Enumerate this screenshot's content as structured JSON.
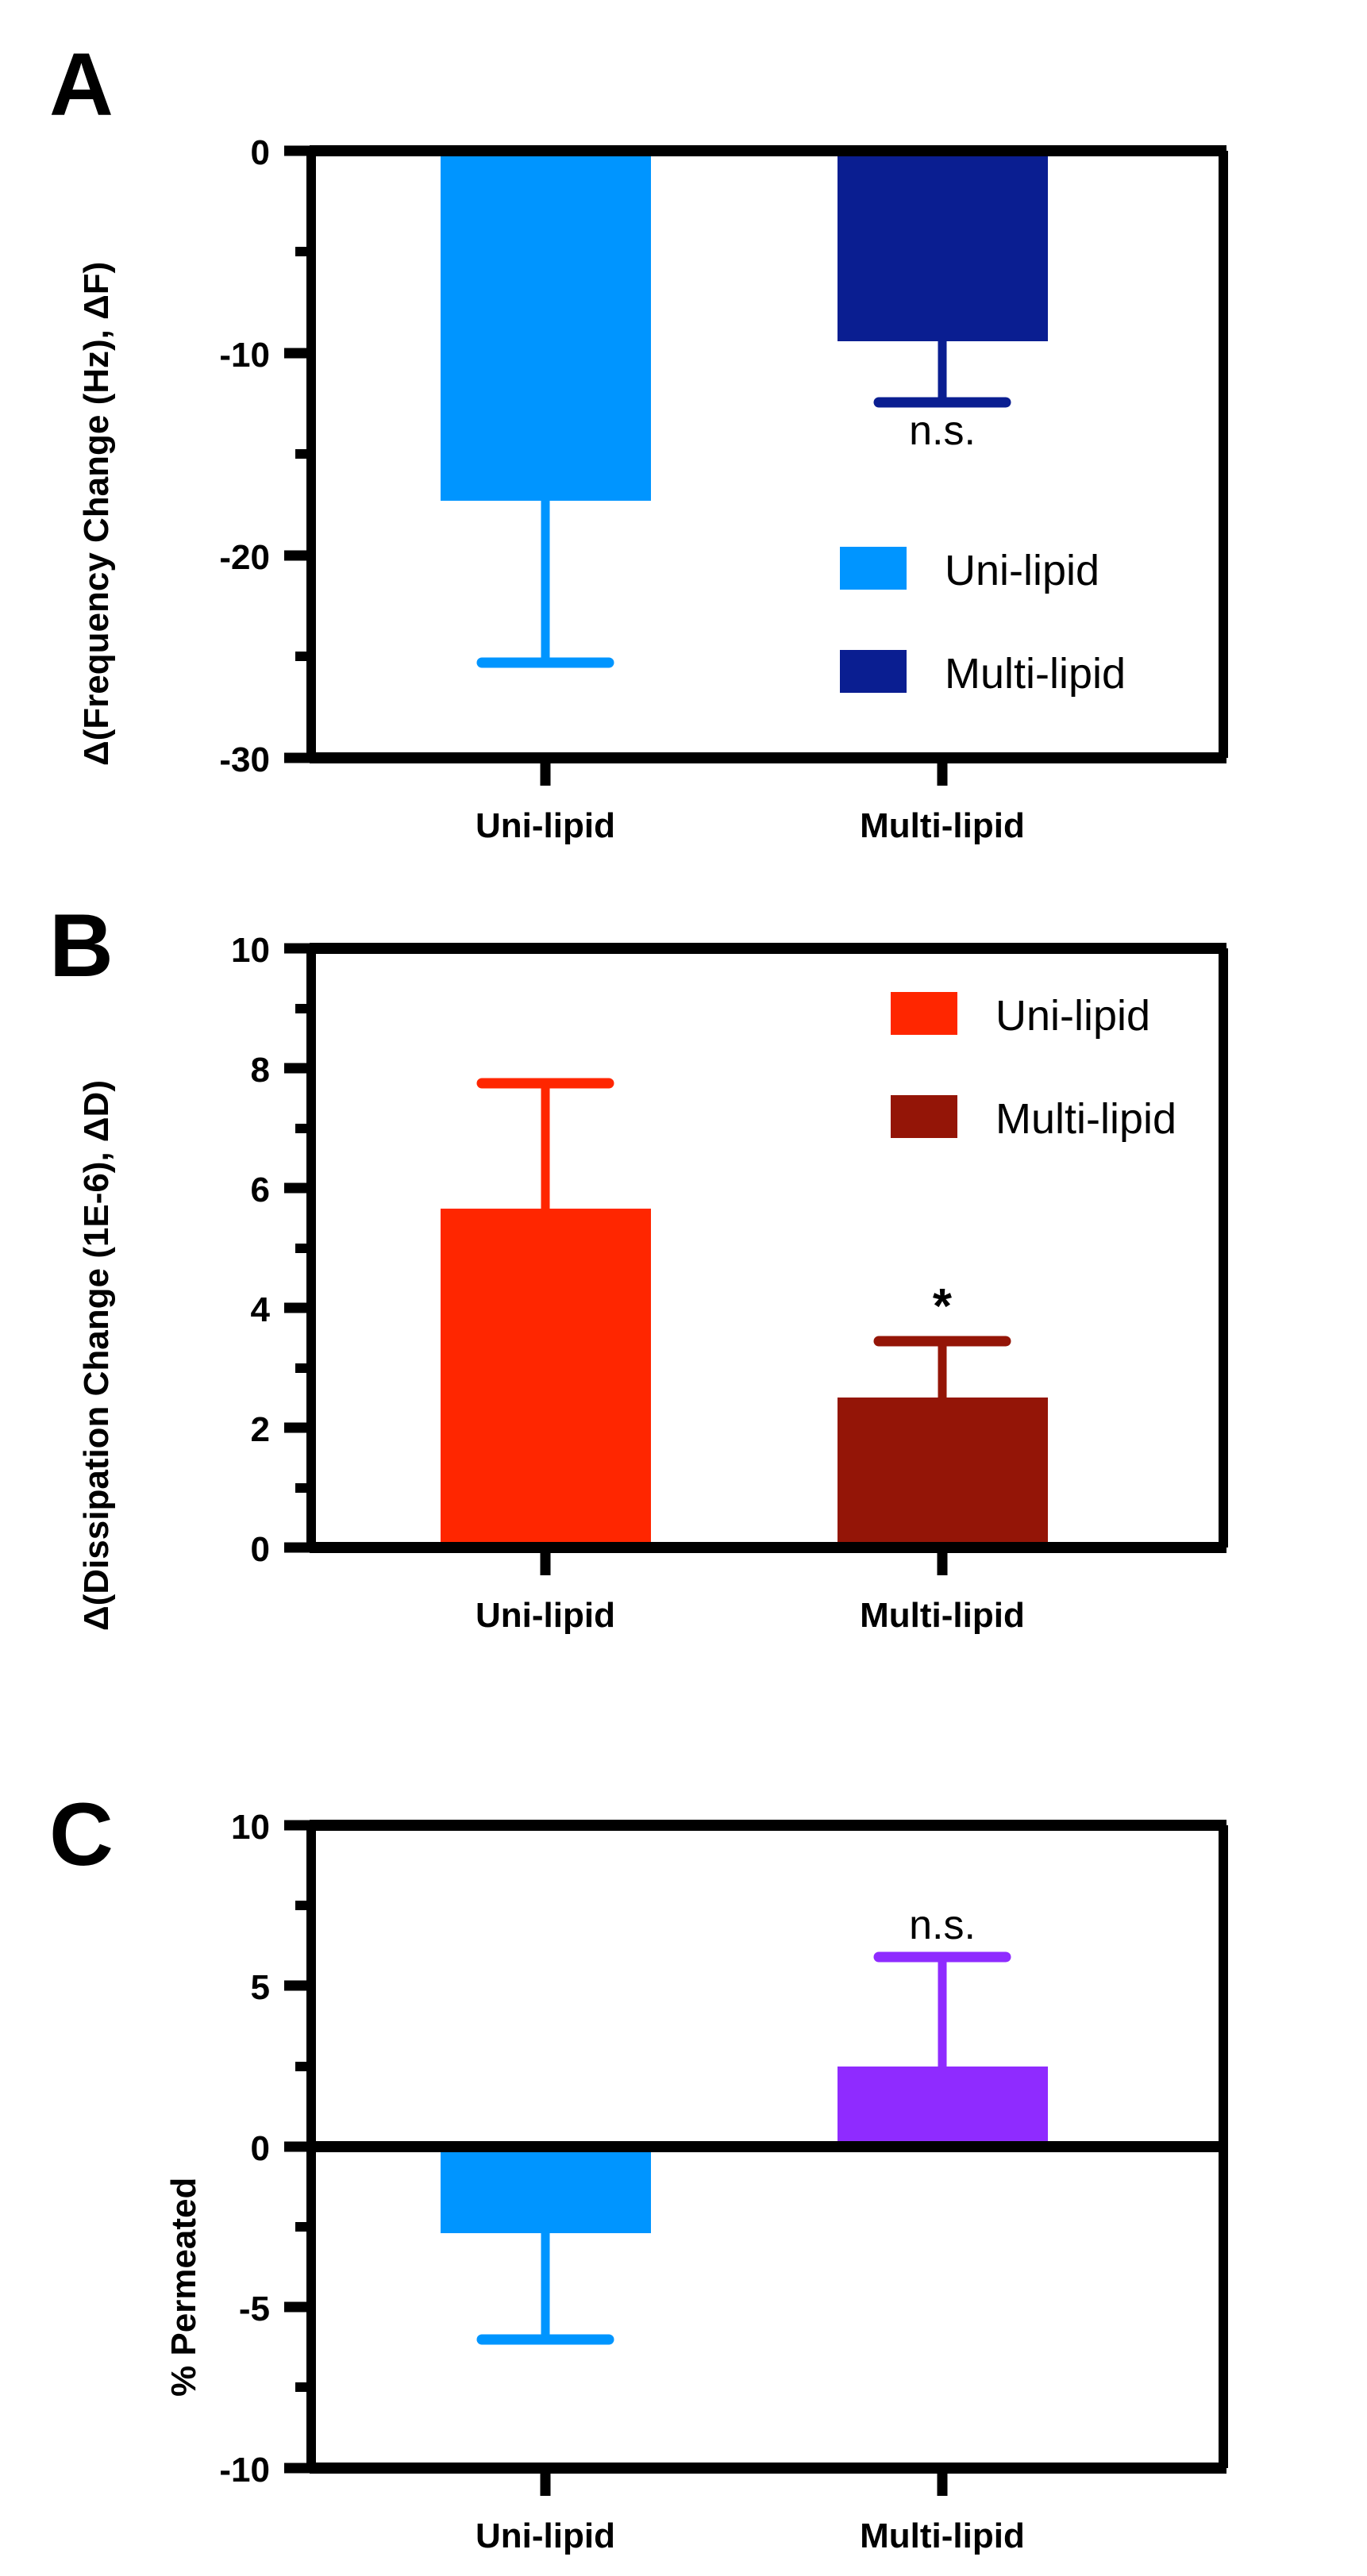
{
  "figure": {
    "background": "#ffffff",
    "panels": [
      "A",
      "B",
      "C"
    ]
  },
  "colors": {
    "uni_lipid_blue": "#0095FF",
    "multi_lipid_navy": "#0A1E91",
    "uni_lipid_red": "#FF2600",
    "multi_lipid_maroon": "#941507",
    "permeated_blue": "#0095FF",
    "permeated_purple": "#8F2BFF",
    "axis": "#000000",
    "text": "#000000"
  },
  "panel_a": {
    "letter": "A",
    "ylabel": "Δ(Frequency Change (Hz), ΔF)",
    "ytick_labels": [
      "0",
      "-10",
      "-20",
      "-30"
    ],
    "xtick_labels": [
      "Uni-lipid",
      "Multi-lipid"
    ],
    "legend": [
      {
        "label": "Uni-lipid",
        "color": "#0095FF"
      },
      {
        "label": "Multi-lipid",
        "color": "#0A1E91"
      }
    ],
    "annotation": "n.s."
  },
  "panel_b": {
    "letter": "B",
    "ylabel": "Δ(Dissipation Change (1E-6), ΔD)",
    "ytick_labels": [
      "10",
      "8",
      "6",
      "4",
      "2",
      "0"
    ],
    "xtick_labels": [
      "Uni-lipid",
      "Multi-lipid"
    ],
    "legend": [
      {
        "label": "Uni-lipid",
        "color": "#FF2600"
      },
      {
        "label": "Multi-lipid",
        "color": "#941507"
      }
    ],
    "annotation": "*"
  },
  "panel_c": {
    "letter": "C",
    "ylabel": "% Permeated",
    "ytick_labels": [
      "10",
      "5",
      "0",
      "-5",
      "-10"
    ],
    "xtick_labels": [
      "Uni-lipid",
      "Multi-lipid"
    ],
    "annotation": "n.s."
  },
  "chart_data": [
    {
      "panel": "A",
      "type": "bar",
      "title": "",
      "xlabel": "",
      "ylabel": "Δ(Frequency Change (Hz), ΔF)",
      "categories": [
        "Uni-lipid",
        "Multi-lipid"
      ],
      "values": [
        -17.3,
        -9.4
      ],
      "errors": [
        8.0,
        3.0
      ],
      "error_direction": "down",
      "colors": [
        "#0095FF",
        "#0A1E91"
      ],
      "ylim": [
        -30,
        0
      ],
      "yticks": [
        0,
        -10,
        -20,
        -30
      ],
      "yticks_minor": [
        -5,
        -15,
        -25
      ],
      "grid": false,
      "legend": [
        "Uni-lipid",
        "Multi-lipid"
      ],
      "legend_position": "inside-right",
      "annotations": [
        {
          "text": "n.s.",
          "category": "Multi-lipid",
          "y": -13.5
        }
      ]
    },
    {
      "panel": "B",
      "type": "bar",
      "title": "",
      "xlabel": "",
      "ylabel": "Δ(Dissipation Change (1E-6), ΔD)",
      "categories": [
        "Uni-lipid",
        "Multi-lipid"
      ],
      "values": [
        5.65,
        2.5
      ],
      "errors": [
        2.1,
        0.95
      ],
      "error_direction": "up",
      "colors": [
        "#FF2600",
        "#941507"
      ],
      "ylim": [
        0,
        10
      ],
      "yticks": [
        0,
        2,
        4,
        6,
        8,
        10
      ],
      "yticks_minor": [
        1,
        3,
        5,
        7,
        9
      ],
      "grid": false,
      "legend": [
        "Uni-lipid",
        "Multi-lipid"
      ],
      "legend_position": "inside-right-top",
      "annotations": [
        {
          "text": "*",
          "category": "Multi-lipid",
          "y": 3.95
        }
      ]
    },
    {
      "panel": "C",
      "type": "bar",
      "title": "",
      "xlabel": "",
      "ylabel": "% Permeated",
      "categories": [
        "Uni-lipid",
        "Multi-lipid"
      ],
      "values": [
        -2.7,
        2.5
      ],
      "errors": [
        3.3,
        3.4
      ],
      "error_direction": "outward",
      "colors": [
        "#0095FF",
        "#8F2BFF"
      ],
      "ylim": [
        -10,
        10
      ],
      "yticks": [
        10,
        5,
        0,
        -5,
        -10
      ],
      "yticks_minor": [
        7.5,
        2.5,
        -2.5,
        -7.5
      ],
      "grid": false,
      "legend": [],
      "annotations": [
        {
          "text": "n.s.",
          "category": "Multi-lipid",
          "y": 7.0
        }
      ]
    }
  ]
}
